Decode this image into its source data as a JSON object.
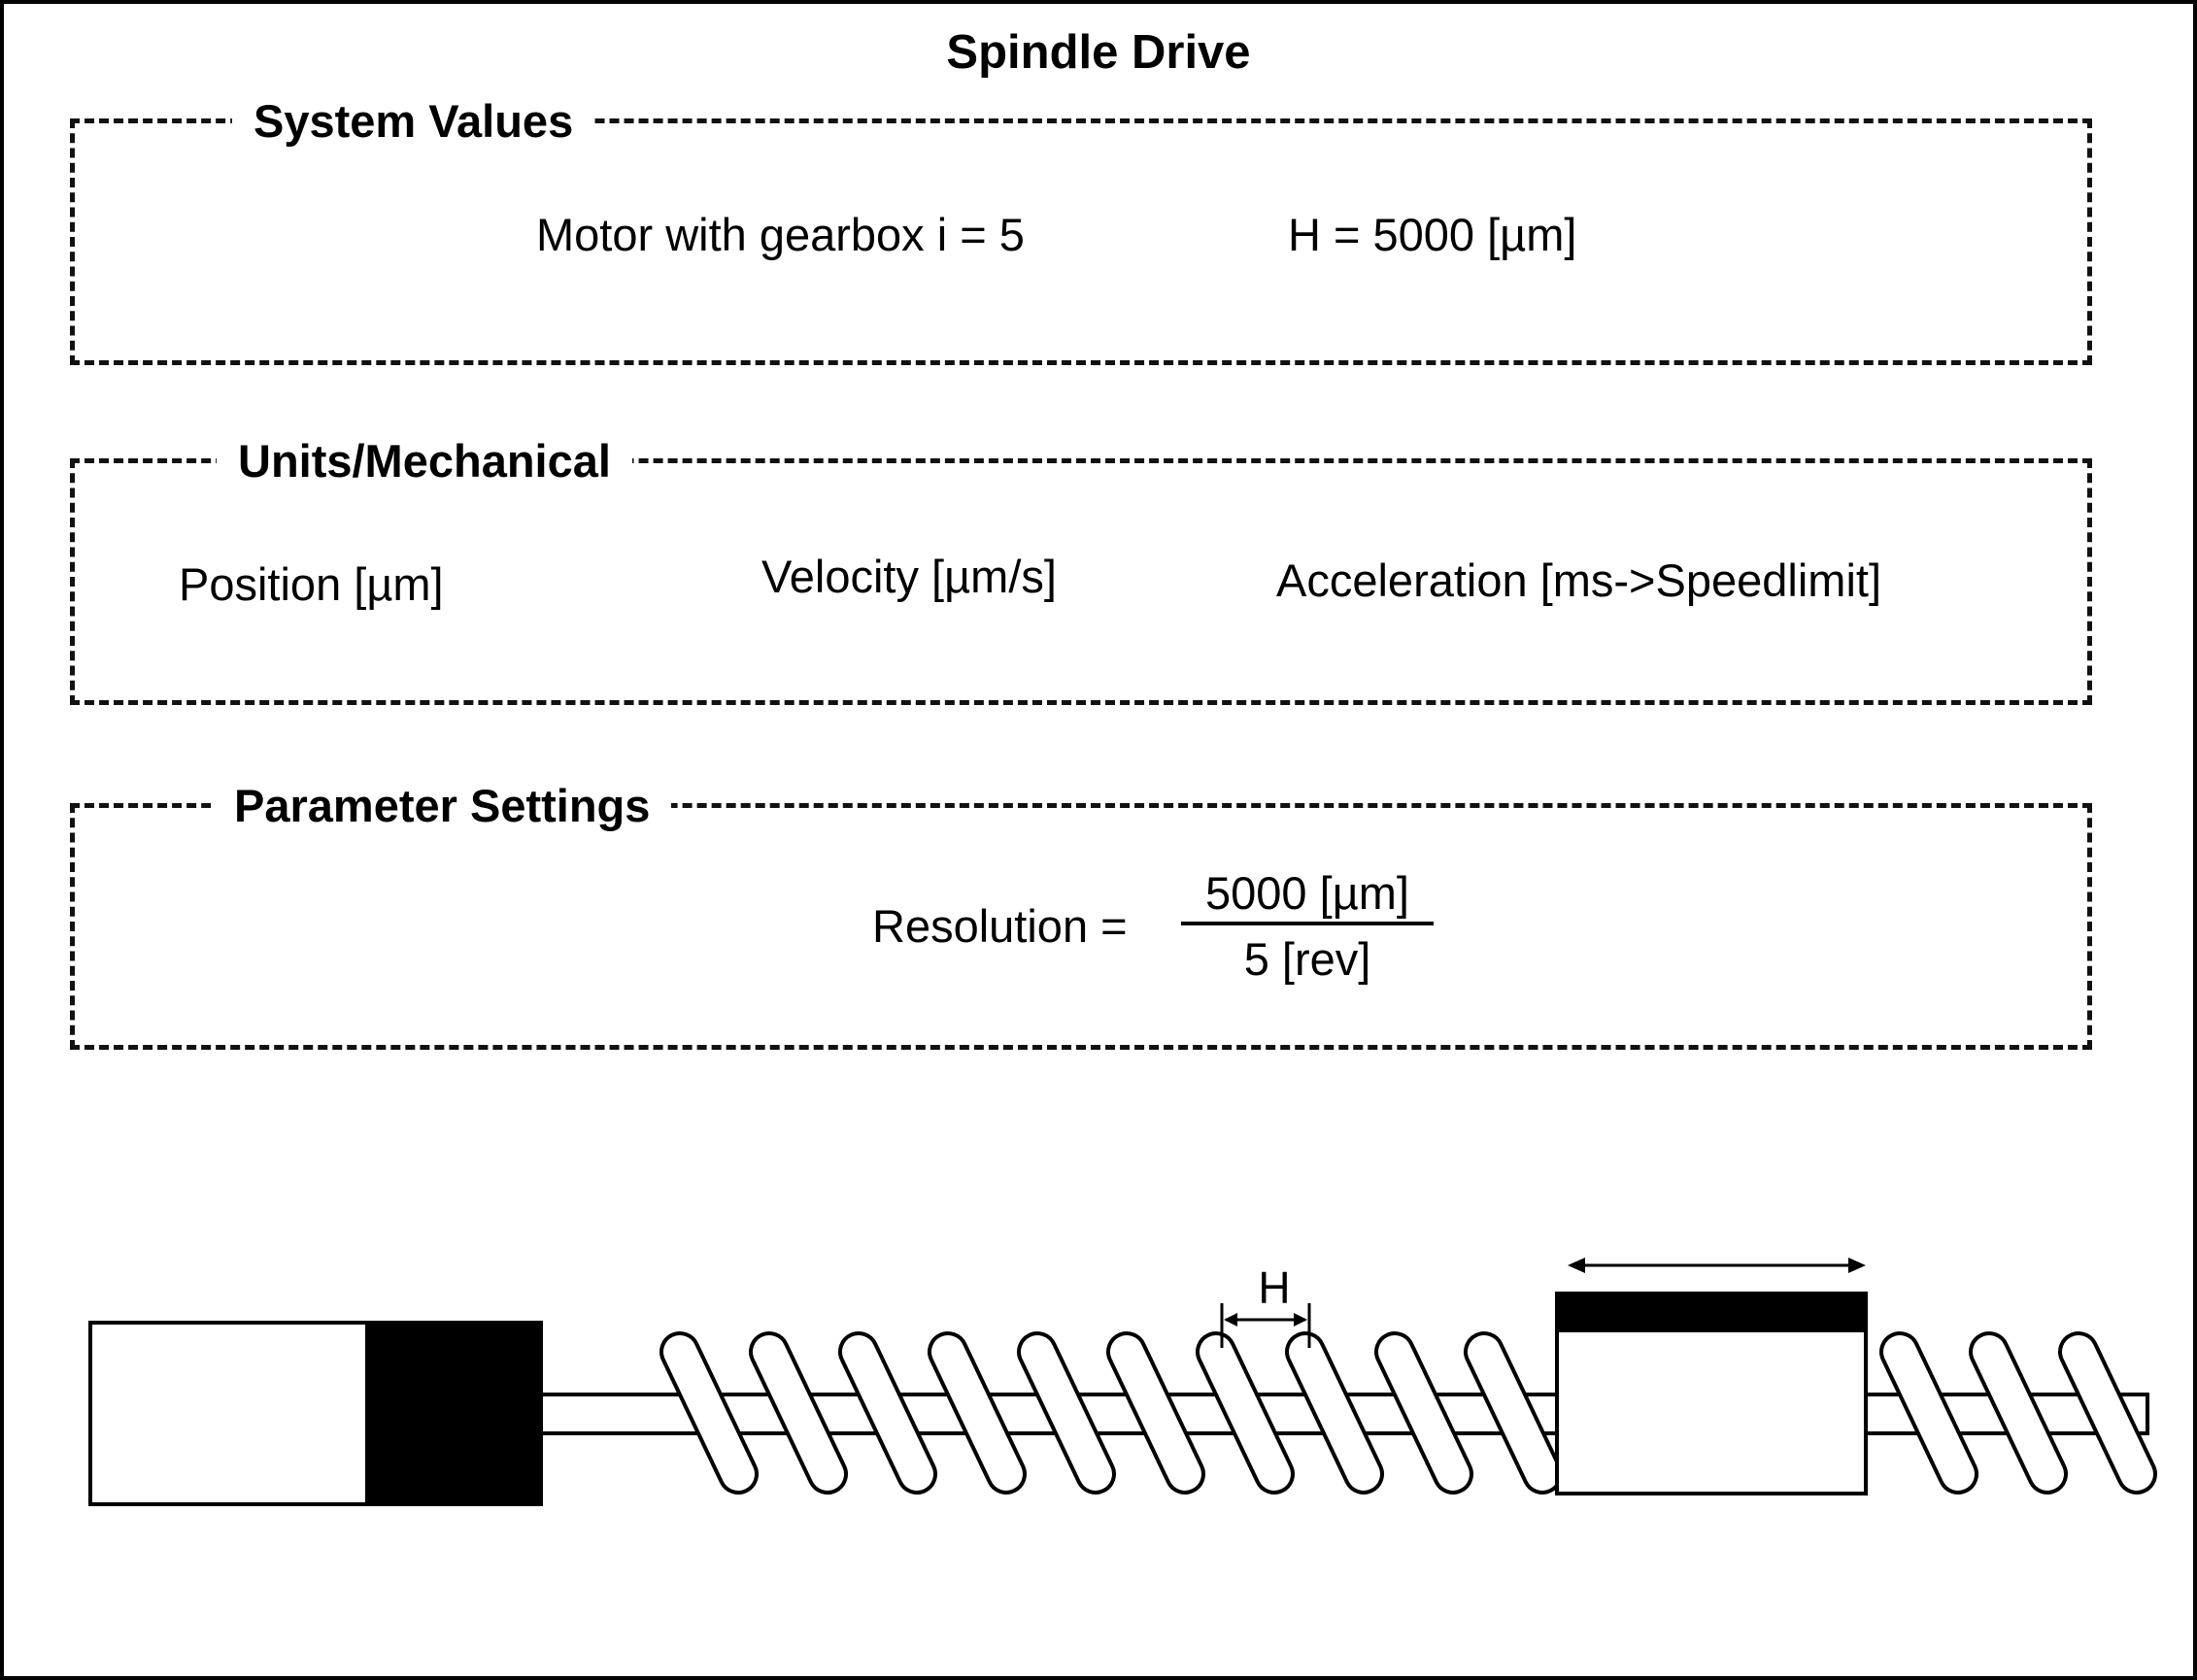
{
  "title": "Spindle Drive",
  "system_values": {
    "label": "System Values",
    "motor": "Motor with gearbox i = 5",
    "pitch": "H = 5000 [µm]"
  },
  "units_mechanical": {
    "label": "Units/Mechanical",
    "position": "Position [µm]",
    "velocity": "Velocity [µm/s]",
    "acceleration": "Acceleration [ms->Speedlimit]"
  },
  "parameter_settings": {
    "label": "Parameter Settings",
    "resolution_label": "Resolution =",
    "numerator": "5000 [µm]",
    "denominator": "5 [rev]"
  },
  "illustration": {
    "pitch_label": "H"
  }
}
